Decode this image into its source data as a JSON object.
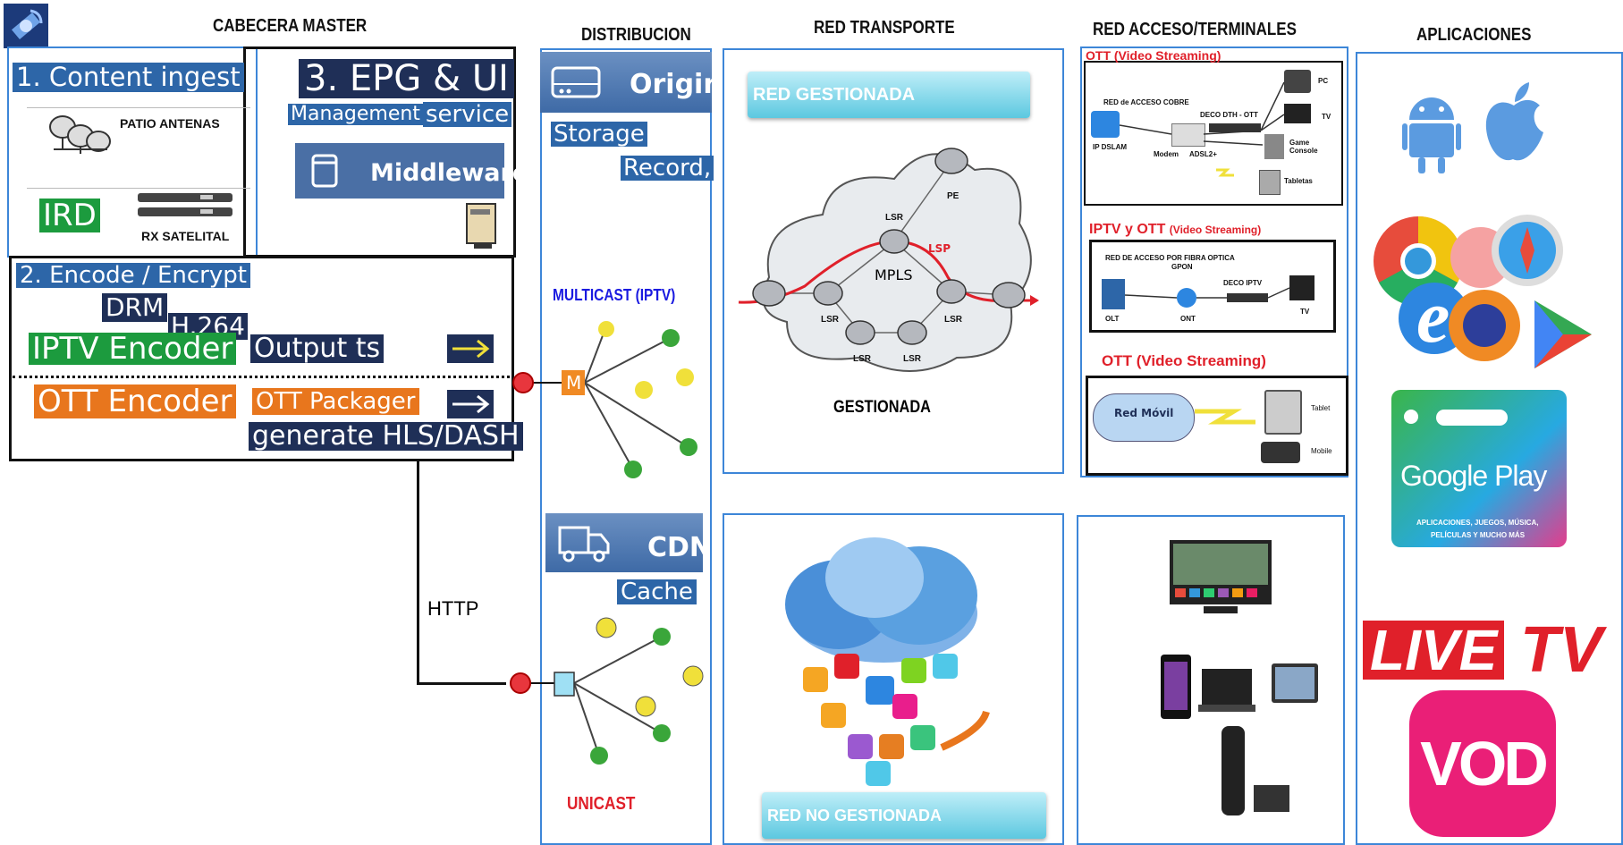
{
  "headers": {
    "cabecera": "CABECERA MASTER",
    "distribucion": "DISTRIBUCION",
    "transporte": "RED TRANSPORTE",
    "acceso": "RED ACCESO/TERMINALES",
    "aplicaciones": "APLICACIONES"
  },
  "cabecera": {
    "content_ingest": "1. Content ingest",
    "patio_antenas": "PATIO ANTENAS",
    "ird": "IRD",
    "rx_satelital": "RX SATELITAL",
    "epg_ui": "3. EPG & UI",
    "management": "Management",
    "service": "service",
    "middleware": "Middleware",
    "encode_encrypt": "2. Encode / Encrypt",
    "drm": "DRM",
    "h264": "H.264",
    "iptv_encoder": "IPTV Encoder",
    "output_ts": "Output ts",
    "ott_encoder": "OTT Encoder",
    "ott_packager": "OTT Packager",
    "generate_hls": "generate HLS/DASH",
    "http": "HTTP"
  },
  "distribucion": {
    "origin": "Origin",
    "storage": "Storage",
    "record": "Record,",
    "multicast": "MULTICAST (IPTV)",
    "multicast_node": "M",
    "cdn": "CDN",
    "cache": "Cache",
    "unicast": "UNICAST"
  },
  "transporte": {
    "red_gestionada": "RED GESTIONADA",
    "gestionada": "GESTIONADA",
    "mpls": "MPLS",
    "lsp": "LSP",
    "pe": "PE",
    "lsr": "LSR",
    "red_no_gestionada": "RED NO GESTIONADA"
  },
  "acceso": {
    "ott_title_1": "OTT (Video Streaming)",
    "red_acceso_cobre": "RED de ACCESO COBRE",
    "ip_dslam": "IP DSLAM",
    "deco_dth_ott": "DECO DTH - OTT",
    "modem": "Modem",
    "adsl2": "ADSL2+",
    "pc": "PC",
    "tv": "TV",
    "game_console": "Game Console",
    "tabletas": "Tabletas",
    "iptv_ott_title": "IPTV y OTT",
    "iptv_ott_suffix": "(Video Streaming)",
    "red_fibra": "RED DE ACCESO POR FIBRA OPTICA",
    "gpon": "GPON",
    "deco_iptv": "DECO IPTV",
    "olt": "OLT",
    "ont": "ONT",
    "tv2": "TV",
    "ott_title_3": "OTT (Video Streaming)",
    "red_movil": "Red Móvil",
    "tablet": "Tablet",
    "mobile": "Mobile"
  },
  "aplicaciones": {
    "google_play": "Google Play",
    "google_play_sub1": "APLICACIONES, JUEGOS, MÚSICA,",
    "google_play_sub2": "PELÍCULAS Y MUCHO MÁS",
    "live": "LIVE",
    "tv": "TV",
    "vod": "VOD"
  },
  "colors": {
    "panel_border": "#3d86d8",
    "label_dark": "#1f2f57",
    "label_blue": "#2d66a8",
    "label_green": "#1c9b3e",
    "label_orange": "#e8761d",
    "accent_red": "#e0202a",
    "multicast_blue": "#1a1ae0"
  }
}
